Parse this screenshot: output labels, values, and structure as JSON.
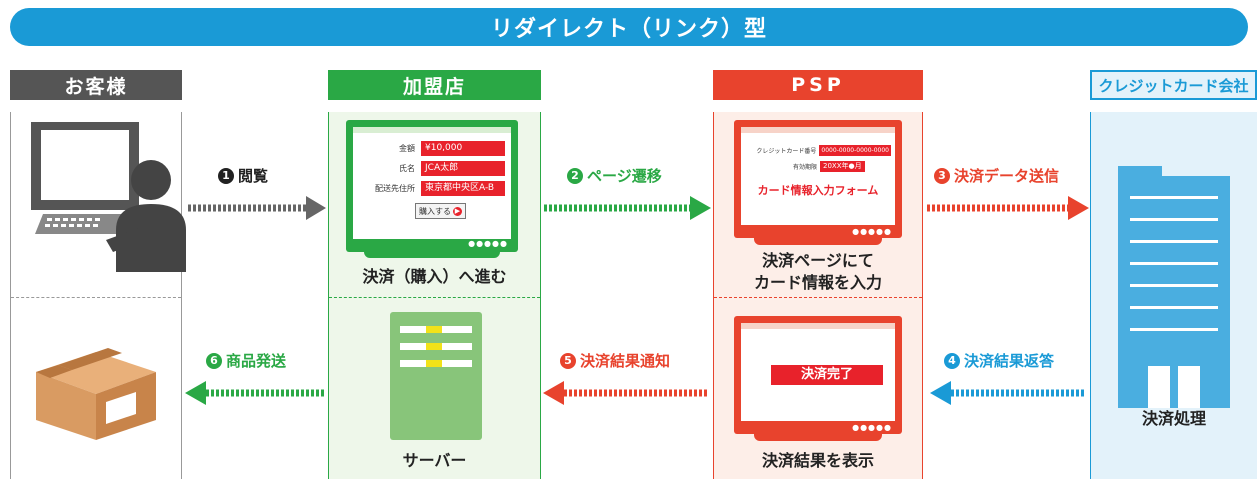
{
  "title": "リダイレクト（リンク）型",
  "lanes": {
    "customer": "お客様",
    "merchant": "加盟店",
    "psp": "PSP",
    "card_company": "クレジットカード会社"
  },
  "merchant_form": {
    "amount_label": "金額",
    "amount_value": "¥10,000",
    "name_label": "氏名",
    "name_value": "JCA太郎",
    "address_label": "配送先住所",
    "address_value": "東京都中央区A-B",
    "buy_button": "購入する"
  },
  "psp_form": {
    "card_number_label": "クレジットカード番号",
    "card_number_value": "0000-0000-0000-0000",
    "expiry_label": "有効期限",
    "expiry_value": "20XX年●月",
    "form_title": "カード情報入力フォーム"
  },
  "payment_complete": "決済完了",
  "captions": {
    "merchant_top": "決済（購入）へ進む",
    "psp_top_line1": "決済ページにて",
    "psp_top_line2": "カード情報を入力",
    "merchant_bottom": "サーバー",
    "psp_bottom": "決済結果を表示",
    "card_bottom": "決済処理"
  },
  "steps": [
    {
      "num": "1",
      "label": "閲覧",
      "color": "#222222"
    },
    {
      "num": "2",
      "label": "ページ遷移",
      "color": "#2aa845"
    },
    {
      "num": "3",
      "label": "決済データ送信",
      "color": "#e8432d"
    },
    {
      "num": "4",
      "label": "決済結果返答",
      "color": "#1a9ad6"
    },
    {
      "num": "5",
      "label": "決済結果通知",
      "color": "#e8432d"
    },
    {
      "num": "6",
      "label": "商品発送",
      "color": "#2aa845"
    }
  ],
  "colors": {
    "blue": "#1a9ad6",
    "green": "#2aa845",
    "red": "#e8432d",
    "gray": "#555555",
    "light_green": "#eef7ea",
    "light_red": "#fdeee8",
    "light_blue": "#e3f2fa"
  }
}
